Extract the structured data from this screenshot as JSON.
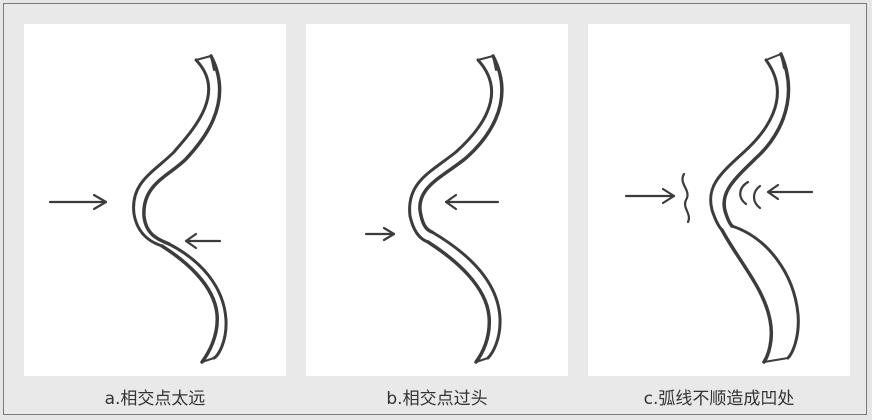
{
  "figure": {
    "panels": [
      {
        "id": "a",
        "caption": "a.相交点太远"
      },
      {
        "id": "b",
        "caption": "b.相交点过头"
      },
      {
        "id": "c",
        "caption": "c.弧线不顺造成凹处"
      }
    ]
  }
}
